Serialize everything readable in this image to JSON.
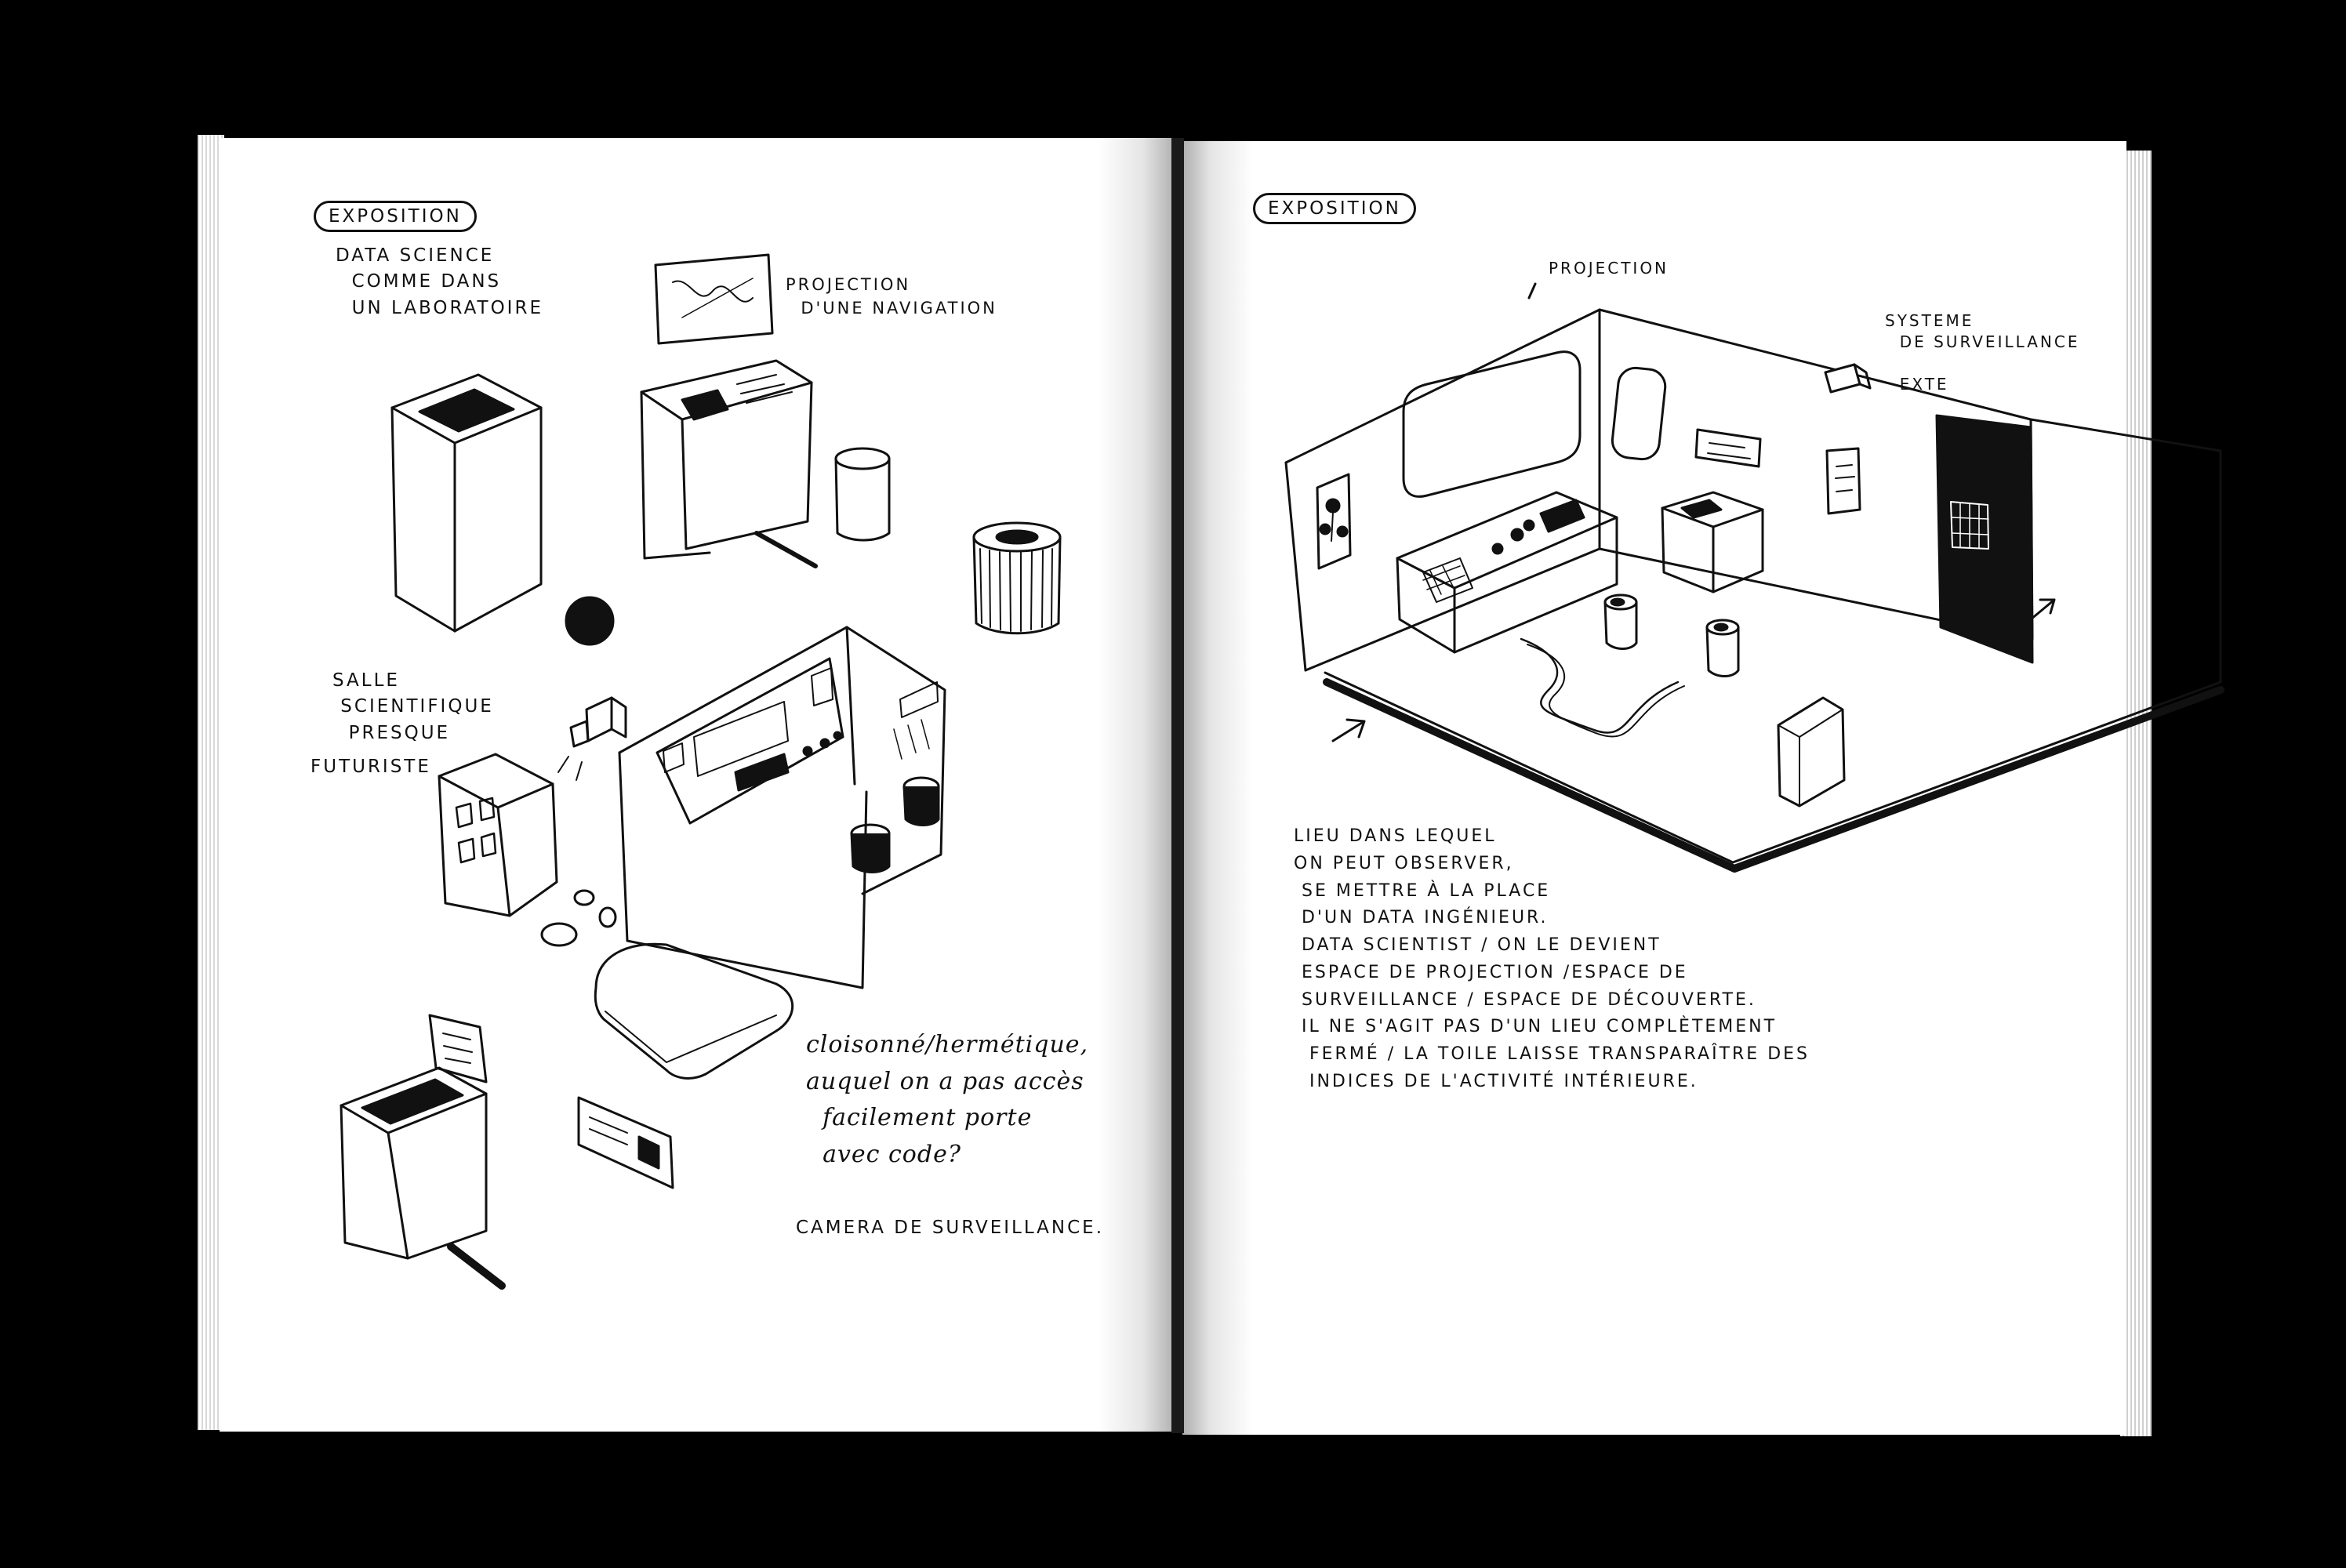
{
  "left_page": {
    "tag": "EXPOSITION",
    "note_data_science": "DATA SCIENCE\n  COMME DANS\n  UN LABORATOIRE",
    "note_projection": "PROJECTION\n  D'UNE NAVIGATION",
    "note_salle": "SALLE\n SCIENTIFIQUE\n  PRESQUE",
    "note_futuriste": "FUTURISTE",
    "note_cloisonne": "cloisonné/hermétique,\nauquel on a pas accès\n  facilement porte\n  avec code?",
    "note_camera": "CAMERA DE SURVEILLANCE."
  },
  "right_page": {
    "tag": "EXPOSITION",
    "note_projection": "PROJECTION",
    "note_systeme": "SYSTEME\n  DE SURVEILLANCE\n\n  EXTE",
    "description": "LIEU DANS LEQUEL\nON PEUT OBSERVER,\n SE METTRE À LA PLACE\n D'UN DATA INGÉNIEUR.\n DATA SCIENTIST / ON LE DEVIENT\n ESPACE DE PROJECTION /ESPACE DE\n SURVEILLANCE / ESPACE DE DÉCOUVERTE.\n IL NE S'AGIT PAS D'UN LIEU COMPLÈTEMENT\n  FERMÉ / LA TOILE LAISSE TRANSPARAÎTRE DES\n  INDICES DE L'ACTIVITÉ INTÉRIEURE."
  },
  "colors": {
    "ink": "#111111",
    "paper": "#ffffff",
    "background": "#000000"
  }
}
